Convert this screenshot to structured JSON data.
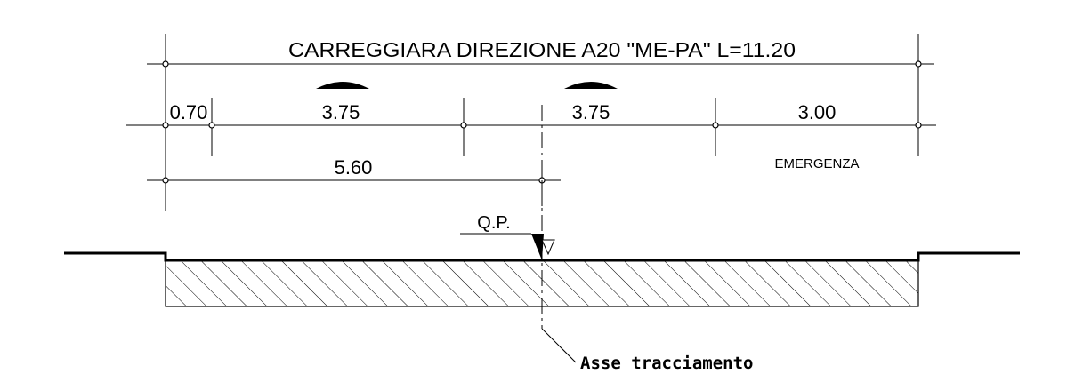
{
  "title": "CARREGGIARA DIREZIONE A20 \"ME-PA\" L=11.20",
  "dimensions": {
    "shoulder_left": "0.70",
    "lane_1": "3.75",
    "lane_2": "3.75",
    "emergency_width": "3.00",
    "emergency_label": "EMERGENZA",
    "half_width": "5.60"
  },
  "labels": {
    "quota_progetto": "Q.P.",
    "axis": "Asse tracciamento"
  },
  "colors": {
    "line": "#000000",
    "hatch": "#000000",
    "background": "#ffffff"
  }
}
